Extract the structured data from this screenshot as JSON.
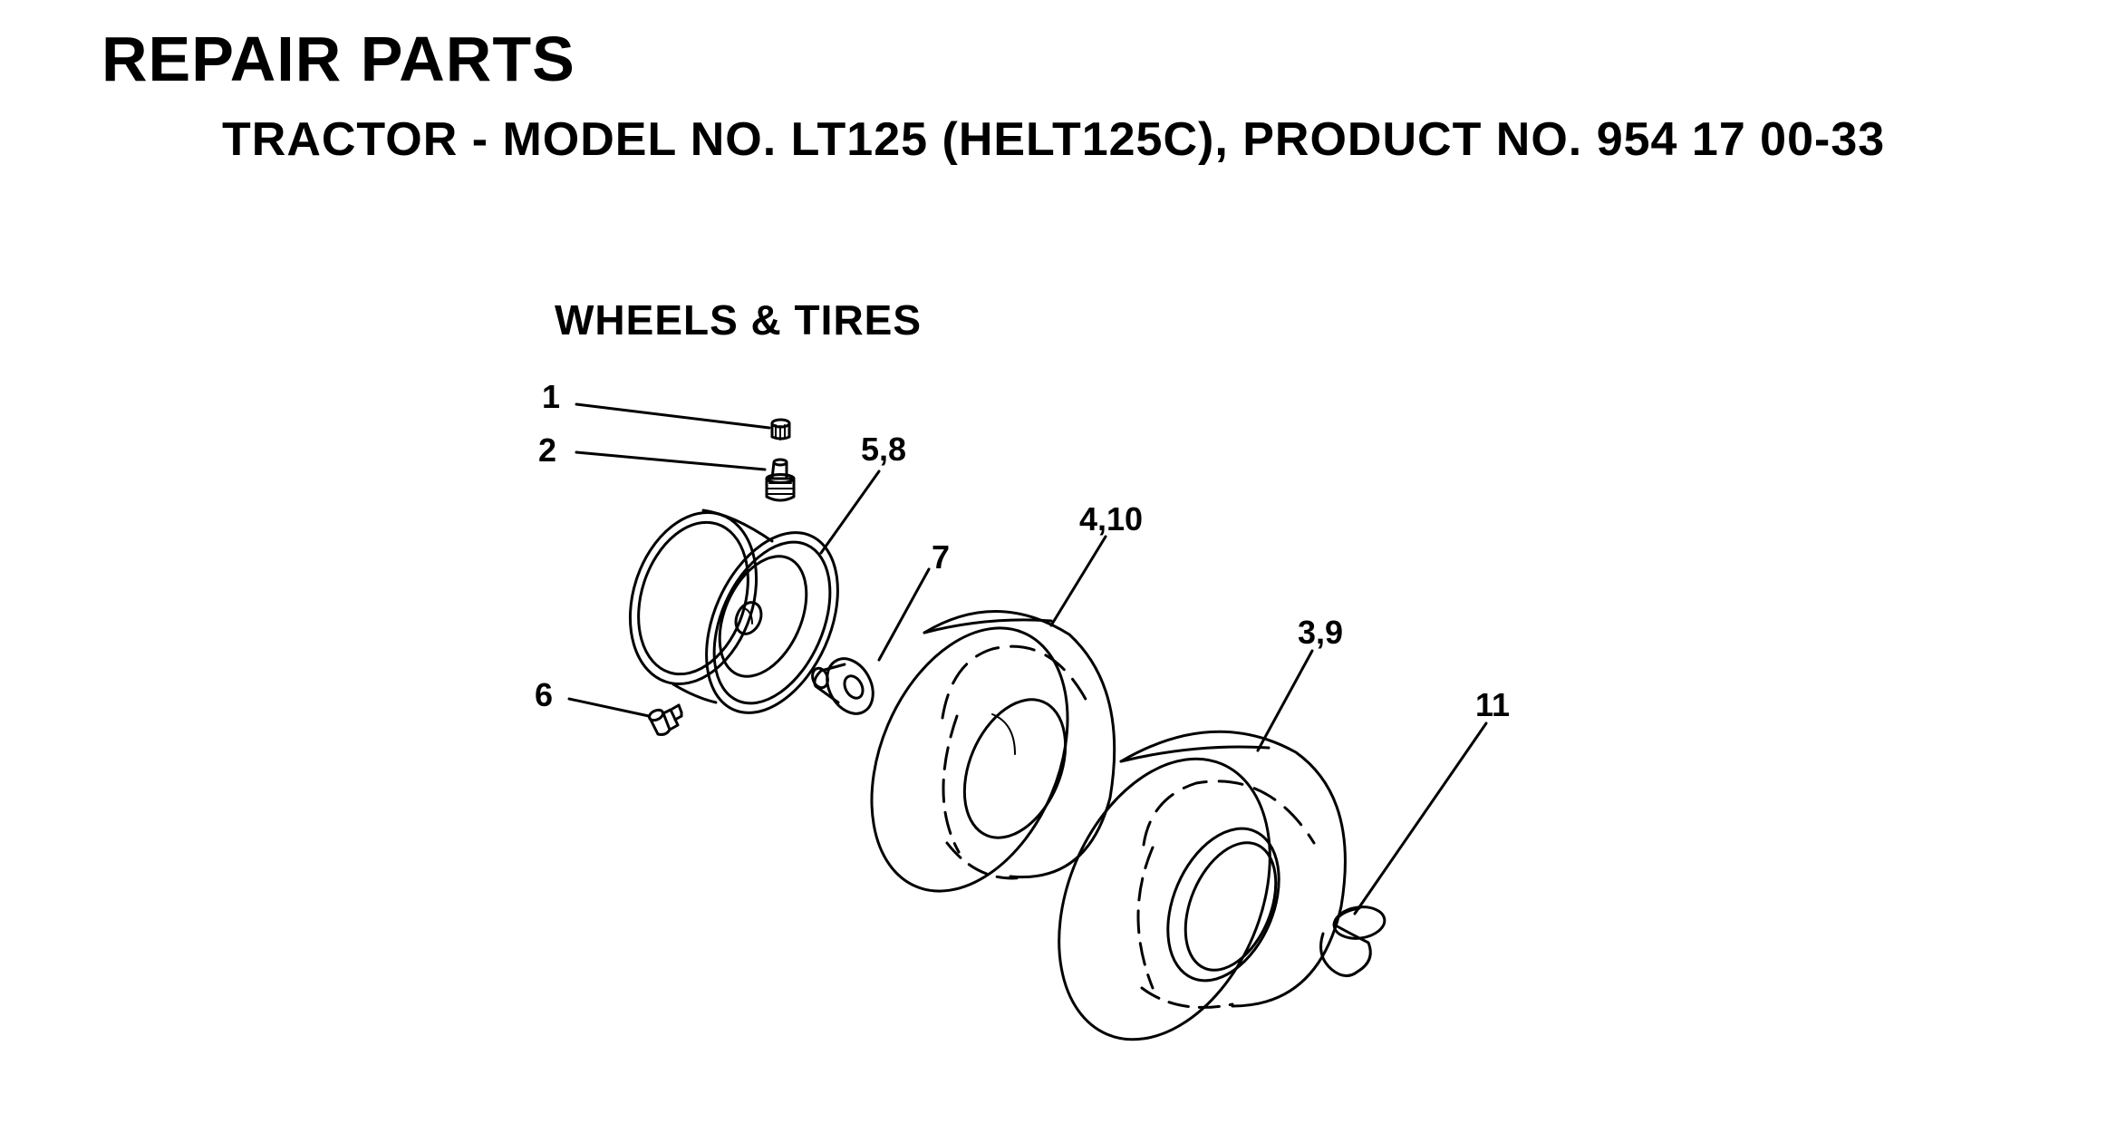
{
  "header": {
    "title": "REPAIR PARTS",
    "subtitle": "TRACTOR - MODEL NO. LT125 (HELT125C), PRODUCT NO. 954 17 00-33"
  },
  "section": {
    "title": "WHEELS & TIRES"
  },
  "callouts": {
    "c1": "1",
    "c2": "2",
    "c58": "5,8",
    "c7": "7",
    "c410": "4,10",
    "c6": "6",
    "c39": "3,9",
    "c11": "11"
  }
}
